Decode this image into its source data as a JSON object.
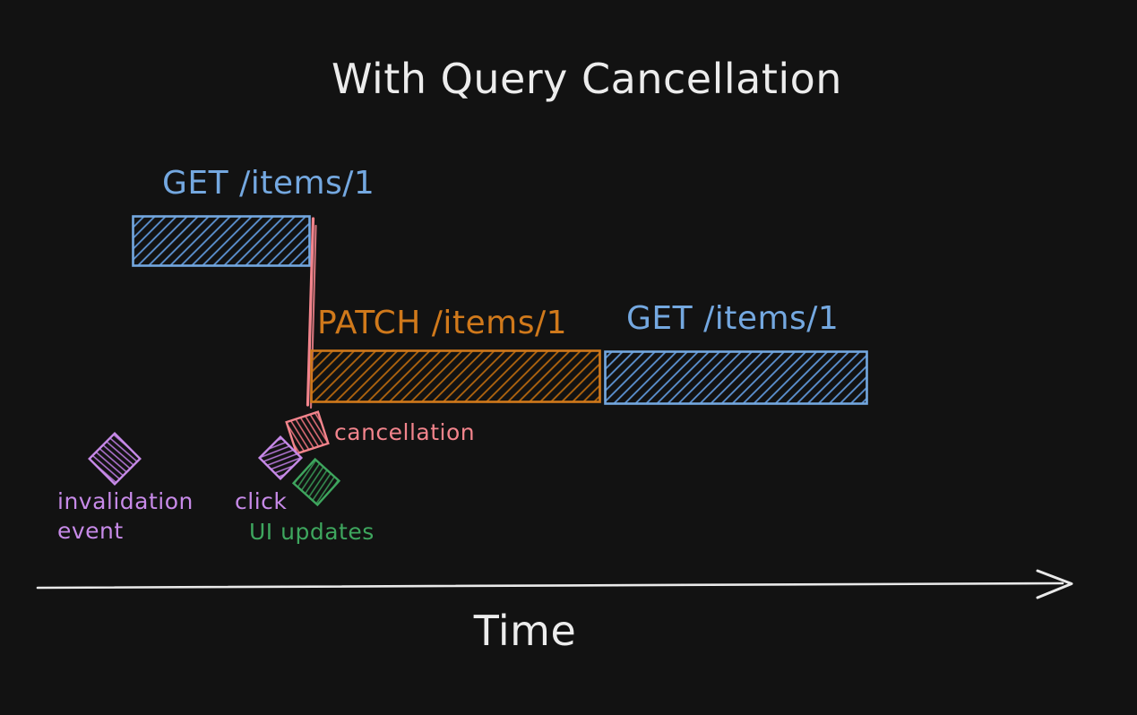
{
  "title": "With Query Cancellation",
  "canvas": {
    "background": "#121212",
    "text_color": "#ececec"
  },
  "bars": [
    {
      "id": "get-1",
      "label": "GET /items/1",
      "color": "#74a8e0",
      "hatch": "#5d94d4"
    },
    {
      "id": "patch",
      "label": "PATCH /items/1",
      "color": "#d0791b",
      "hatch": "#b3660e"
    },
    {
      "id": "get-2",
      "label": "GET /items/1",
      "color": "#74a8e0",
      "hatch": "#5d94d4"
    }
  ],
  "cancellation_line": {
    "color": "#f2848c"
  },
  "events": {
    "invalidation": {
      "line1": "invalidation",
      "line2": "event",
      "color": "#c78ae8"
    },
    "click": {
      "label": "click",
      "color": "#c78ae8"
    },
    "cancellation": {
      "label": "cancellation",
      "color": "#f2848c"
    },
    "ui_updates": {
      "label": "UI updates",
      "color": "#3ea65e"
    }
  },
  "axis": {
    "label": "Time",
    "color": "#ececec"
  }
}
